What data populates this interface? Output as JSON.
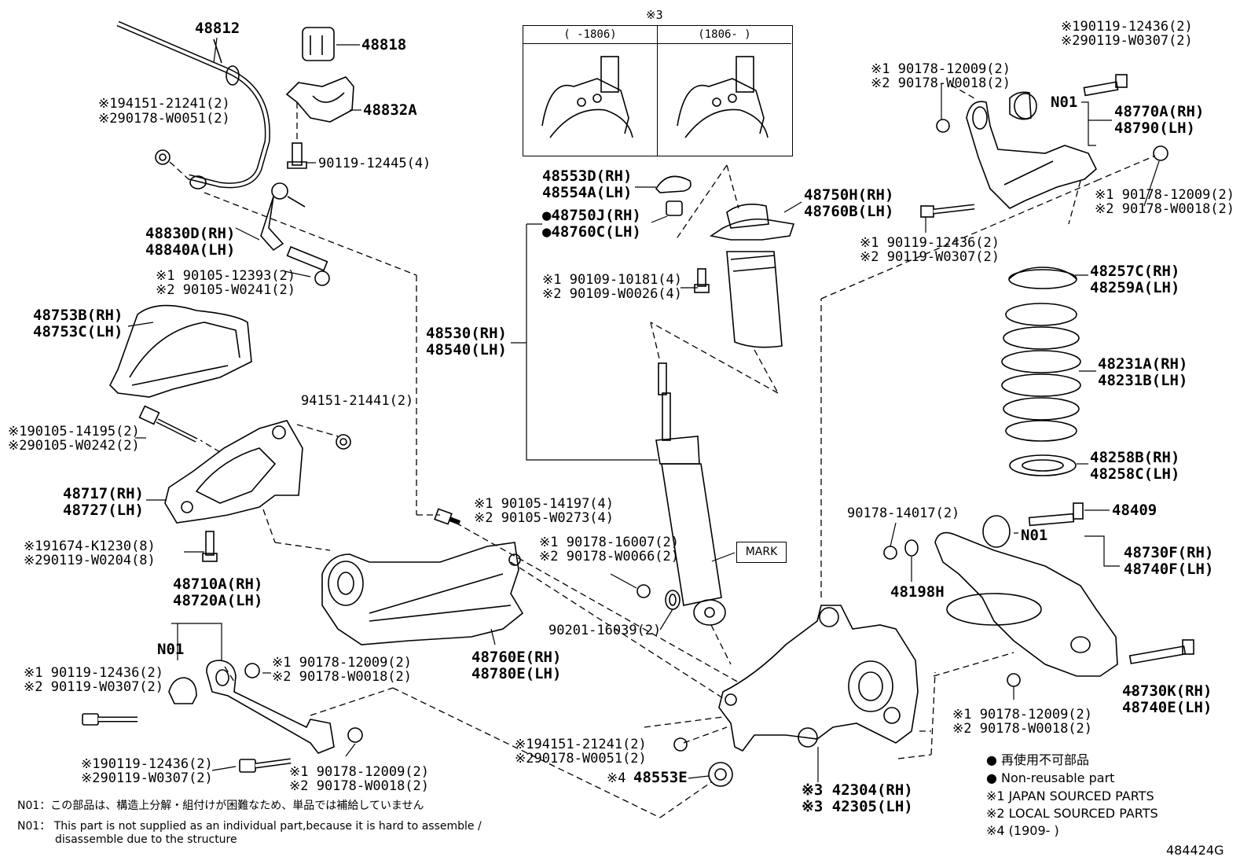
{
  "labels": {
    "stabilizer_bar": "48812",
    "bushing_stab": "48818",
    "bracket_stab": "48832A",
    "bolt_stab": "90119-12445(4)",
    "nut_stab_1": "※194151-21241(2)",
    "nut_stab_2": "※290178-W0051(2)",
    "link_rh": "48830D(RH)",
    "link_lh": "48840A(LH)",
    "link_bolt_1": "※1 90105-12393(2)",
    "link_bolt_2": "※2 90105-W0241(2)",
    "cover_rh": "48753B(RH)",
    "cover_lh": "48753C(LH)",
    "nut_94151": "94151-21441(2)",
    "bolt_14195_1": "※190105-14195(2)",
    "bolt_14195_2": "※290105-W0242(2)",
    "member_rh": "48717(RH)",
    "member_lh": "48727(LH)",
    "bolt_k1230_1": "※191674-K1230(8)",
    "bolt_k1230_2": "※290119-W0204(8)",
    "upper_arm_rh": "48710A(RH)",
    "upper_arm_lh": "48720A(LH)",
    "n01_a": "N01",
    "bolt_12436_a1": "※1 90119-12436(2)",
    "bolt_12436_a2": "※2 90119-W0307(2)",
    "nut_12009_a1": "※1 90178-12009(2)",
    "nut_12009_a2": "※2 90178-W0018(2)",
    "bolt_12436_b1": "※190119-12436(2)",
    "bolt_12436_b2": "※290119-W0307(2)",
    "nut_12009_b1": "※1 90178-12009(2)",
    "nut_12009_b2": "※2 90178-W0018(2)",
    "trailing_rh": "48760E(RH)",
    "trailing_lh": "48780E(LH)",
    "bolt_14197_1": "※1 90105-14197(4)",
    "bolt_14197_2": "※2 90105-W0273(4)",
    "nut_16007_1": "※1 90178-16007(2)",
    "nut_16007_2": "※2 90178-W0066(2)",
    "washer_16039": "90201-16039(2)",
    "strut_rh": "48530(RH)",
    "strut_lh": "48540(LH)",
    "cap_rh": "48553D(RH)",
    "cap_lh": "48554A(LH)",
    "nut_750j": "●48750J(RH)",
    "nut_760c": "●48760C(LH)",
    "support_rh": "48750H(RH)",
    "support_lh": "48760B(LH)",
    "bolt_10181_1": "※1 90109-10181(4)",
    "bolt_10181_2": "※2 90109-W0026(4)",
    "box_ref": "※3",
    "box_left": "(   -1806)",
    "box_right": "(1806-    )",
    "mark": "MARK",
    "nut_21241_1": "※194151-21241(2)",
    "nut_21241_2": "※290178-W0051(2)",
    "stopper": "48553E",
    "stopper_prefix": "※4",
    "knuckle_rh": "※3 42304(RH)",
    "knuckle_lh": "※3 42305(LH)",
    "bolt_r1_1": "※190119-12436(2)",
    "bolt_r1_2": "※290119-W0307(2)",
    "nut_r1_1": "※1 90178-12009(2)",
    "nut_r1_2": "※2 90178-W0018(2)",
    "n01_b": "N01",
    "arm_770_rh": "48770A(RH)",
    "arm_790_lh": "48790(LH)",
    "nut_r2_1": "※1 90178-12009(2)",
    "nut_r2_2": "※2 90178-W0018(2)",
    "bolt_r2_1": "※1 90119-12436(2)",
    "bolt_r2_2": "※2 90119-W0307(2)",
    "insulator_up_rh": "48257C(RH)",
    "insulator_up_lh": "48259A(LH)",
    "spring_rh": "48231A(RH)",
    "spring_lh": "48231B(LH)",
    "insulator_lo_rh": "48258B(RH)",
    "insulator_lo_lh": "48258C(LH)",
    "nut_14017": "90178-14017(2)",
    "bolt_48409": "48409",
    "n01_c": "N01",
    "washer_48198": "48198H",
    "lower_arm_rh": "48730F(RH)",
    "lower_arm_lh": "48740F(LH)",
    "bolt_730k_rh": "48730K(RH)",
    "bolt_740e_lh": "48740E(LH)",
    "nut_r3_1": "※1 90178-12009(2)",
    "nut_r3_2": "※2 90178-W0018(2)"
  },
  "legend": {
    "jp_nonreusable": "● 再使用不可部品",
    "en_nonreusable": "● Non-reusable part",
    "japan": "※1 JAPAN SOURCED PARTS",
    "local": "※2 LOCAL SOURCED PARTS",
    "n4": "※4 (1909-     )"
  },
  "notes": {
    "n01_jp": "N01：この部品は、構造上分解・組付けが困難なため、単品では補給していません",
    "n01_en_1": "N01： This part is not supplied as an individual part,because it is hard to assemble /",
    "n01_en_2": "disassemble due to the structure",
    "diagram_id": "484424G"
  }
}
